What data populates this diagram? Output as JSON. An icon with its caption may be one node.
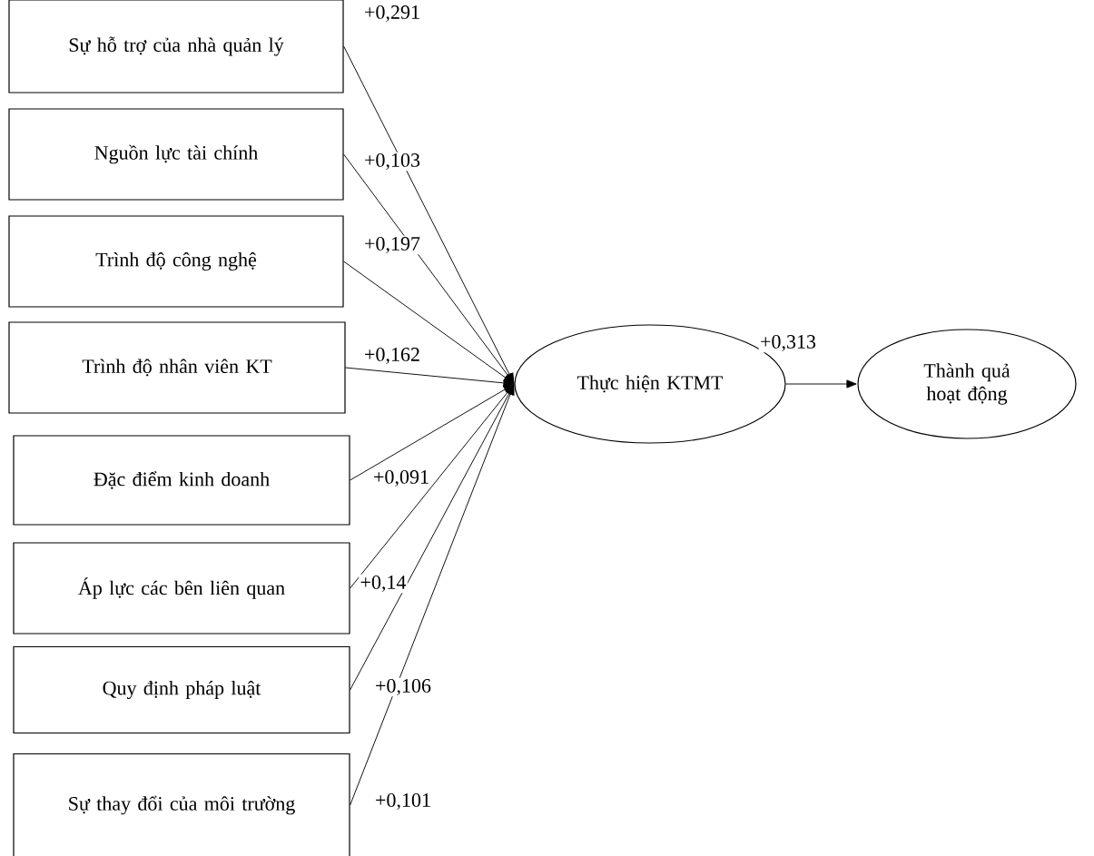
{
  "diagram": {
    "nodes": [
      {
        "text": [
          "Sự hỗ trợ của nhà quản lý"
        ]
      },
      {
        "text": [
          "Nguồn lực tài chính"
        ]
      },
      {
        "text": [
          "Trình độ công nghệ"
        ]
      },
      {
        "text": [
          "Trình độ nhân viên KT"
        ]
      },
      {
        "text": [
          "Đặc điểm kinh doanh"
        ]
      },
      {
        "text": [
          "Áp lực các bên liên quan"
        ]
      },
      {
        "text": [
          "Quy định pháp luật"
        ]
      },
      {
        "text": [
          "Sự thay đổi của môi trường"
        ]
      },
      {
        "text": [
          "Thực hiện KTMT"
        ]
      },
      {
        "text": [
          "Thành quả hoạt động"
        ]
      }
    ],
    "edges": [
      {
        "from": 0,
        "to": 8,
        "arrow": "to",
        "label": "+0,291"
      },
      {
        "from": 1,
        "to": 8,
        "arrow": "to",
        "label": "+0,103"
      },
      {
        "from": 2,
        "to": 8,
        "arrow": "to",
        "label": "+0,197"
      },
      {
        "from": 3,
        "to": 8,
        "arrow": "to",
        "label": "+0,162"
      },
      {
        "from": 4,
        "to": 8,
        "arrow": "to",
        "label": "+0,091"
      },
      {
        "from": 5,
        "to": 8,
        "arrow": "to",
        "label": "+0,14"
      },
      {
        "from": 6,
        "to": 8,
        "arrow": "to",
        "label": "+0,106"
      },
      {
        "from": 7,
        "to": 8,
        "arrow": "to",
        "label": "+0,101"
      },
      {
        "from": 8,
        "to": 9,
        "arrow": "to",
        "label": "+0,313"
      }
    ]
  }
}
